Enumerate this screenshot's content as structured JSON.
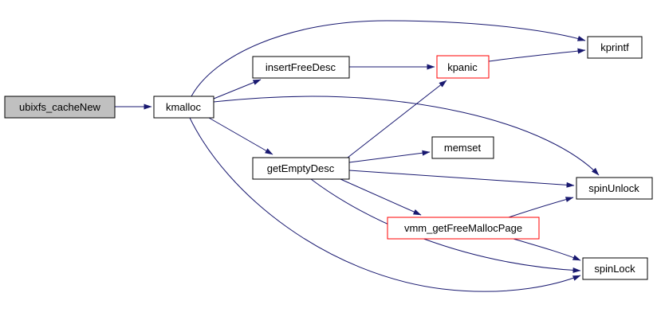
{
  "diagram": {
    "type": "call-graph",
    "background": "#ffffff",
    "edge_color": "#191970",
    "text_color": "#000000",
    "nodes": [
      {
        "id": "ubixfs_cacheNew",
        "label": "ubixfs_cacheNew",
        "fill": "#c0c0c0",
        "border": "#000000"
      },
      {
        "id": "kmalloc",
        "label": "kmalloc",
        "fill": "#ffffff",
        "border": "#000000"
      },
      {
        "id": "insertFreeDesc",
        "label": "insertFreeDesc",
        "fill": "#ffffff",
        "border": "#000000"
      },
      {
        "id": "kpanic",
        "label": "kpanic",
        "fill": "#ffffff",
        "border": "#ff0000"
      },
      {
        "id": "kprintf",
        "label": "kprintf",
        "fill": "#ffffff",
        "border": "#000000"
      },
      {
        "id": "memset",
        "label": "memset",
        "fill": "#ffffff",
        "border": "#000000"
      },
      {
        "id": "getEmptyDesc",
        "label": "getEmptyDesc",
        "fill": "#ffffff",
        "border": "#000000"
      },
      {
        "id": "vmm_getFreeMallocPage",
        "label": "vmm_getFreeMallocPage",
        "fill": "#ffffff",
        "border": "#ff0000"
      },
      {
        "id": "spinUnlock",
        "label": "spinUnlock",
        "fill": "#ffffff",
        "border": "#000000"
      },
      {
        "id": "spinLock",
        "label": "spinLock",
        "fill": "#ffffff",
        "border": "#000000"
      }
    ],
    "edges": [
      {
        "from": "ubixfs_cacheNew",
        "to": "kmalloc"
      },
      {
        "from": "kmalloc",
        "to": "insertFreeDesc"
      },
      {
        "from": "kmalloc",
        "to": "kprintf"
      },
      {
        "from": "kmalloc",
        "to": "spinUnlock"
      },
      {
        "from": "kmalloc",
        "to": "getEmptyDesc"
      },
      {
        "from": "kmalloc",
        "to": "spinLock"
      },
      {
        "from": "insertFreeDesc",
        "to": "kpanic"
      },
      {
        "from": "kpanic",
        "to": "kprintf"
      },
      {
        "from": "getEmptyDesc",
        "to": "kpanic"
      },
      {
        "from": "getEmptyDesc",
        "to": "memset"
      },
      {
        "from": "getEmptyDesc",
        "to": "spinUnlock"
      },
      {
        "from": "getEmptyDesc",
        "to": "vmm_getFreeMallocPage"
      },
      {
        "from": "getEmptyDesc",
        "to": "spinLock"
      },
      {
        "from": "vmm_getFreeMallocPage",
        "to": "spinUnlock"
      },
      {
        "from": "vmm_getFreeMallocPage",
        "to": "spinLock"
      }
    ]
  }
}
